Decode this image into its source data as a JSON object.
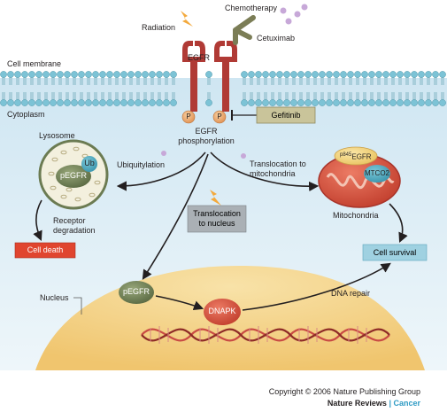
{
  "labels": {
    "chemotherapy": "Chemotherapy",
    "radiation": "Radiation",
    "cetuximab": "Cetuximab",
    "egfr": "EGFR",
    "cell_membrane": "Cell membrane",
    "cytoplasm": "Cytoplasm",
    "p_left": "P",
    "p_right": "P",
    "gefitinib": "Gefitinib",
    "egfr_phosphorylation_line1": "EGFR",
    "egfr_phosphorylation_line2": "phosphorylation",
    "lysosome": "Lysosome",
    "ub": "Ub",
    "pegfr_lysosome": "pEGFR",
    "ubiquitylation": "Ubiquitylation",
    "translocation_mito_line1": "Translocation to",
    "translocation_mito_line2": "mitochondria",
    "p845_egfr_sup": "p845",
    "p845_egfr_main": "EGFR",
    "mtco2": "MTCO2",
    "mitochondria": "Mitochondria",
    "receptor_degradation_line1": "Receptor",
    "receptor_degradation_line2": "degradation",
    "translocation_nucleus_line1": "Translocation",
    "translocation_nucleus_line2": "to nucleus",
    "cell_death": "Cell death",
    "cell_survival": "Cell survival",
    "nucleus": "Nucleus",
    "pegfr_nucleus": "pEGFR",
    "dnapk": "DNAPK",
    "dna_repair": "DNA repair"
  },
  "footer": {
    "copyright": "Copyright © 2006 Nature Publishing Group",
    "journal_name": "Nature Reviews",
    "separator": "|",
    "journal_section": "Cancer"
  },
  "colors": {
    "background": "#ffffff",
    "cytoplasm": "#dfeef7",
    "membrane_head": "#7cc3d6",
    "receptor": "#b03a35",
    "antibody": "#7b7d56",
    "phospho": "#e8a26d",
    "nucleus": "#f4d48d",
    "lysosome_fill": "#f3f0de",
    "pegfr_green": "#6b7b52",
    "mito_red": "#d2473a",
    "mtco2_blue": "#49a7bd",
    "cell_death_box": "#e0452f",
    "cell_survival_box": "#9fd1e1",
    "translocation_box": "#aab0b5",
    "gefitinib_box": "#c9c49a",
    "dnapk": "#d74e3a",
    "lightning": "#f3a93c",
    "chemo_dots": "#c7a8d8",
    "dna": "#c94b44",
    "cancer_text": "#2f9bc4"
  }
}
